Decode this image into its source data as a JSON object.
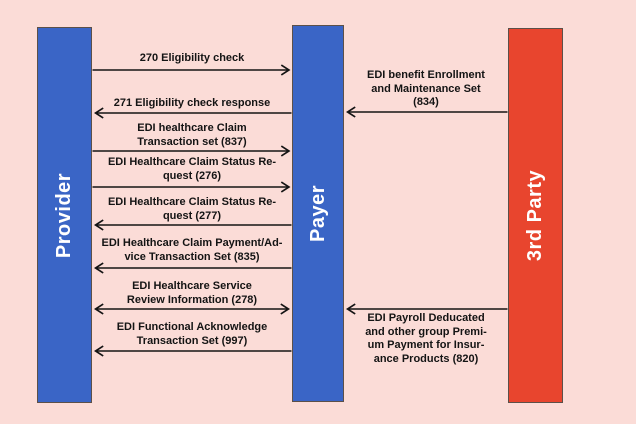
{
  "colors": {
    "background": "#fbdcd7",
    "actor_blue": "#3a65c6",
    "actor_red": "#e8452e",
    "actor_border": "#5c5049",
    "arrow_black": "#141414",
    "actor_label_white": "#ffffff"
  },
  "actors": {
    "provider": {
      "label": "Provider"
    },
    "payer": {
      "label": "Payer"
    },
    "third_party": {
      "label": "3rd Party"
    }
  },
  "messages": {
    "m270": {
      "from": "Provider",
      "to": "Payer",
      "direction": "right",
      "lines": [
        "270 Eligibility check"
      ]
    },
    "m271": {
      "from": "Payer",
      "to": "Provider",
      "direction": "left",
      "lines": [
        "271 Eligibility check response"
      ]
    },
    "m837": {
      "from": "Provider",
      "to": "Payer",
      "direction": "right",
      "lines": [
        "EDI healthcare Claim",
        "Transaction set (837)"
      ]
    },
    "m276": {
      "from": "Provider",
      "to": "Payer",
      "direction": "right",
      "lines": [
        "EDI Healthcare Claim Status Re-",
        "quest (276)"
      ]
    },
    "m277": {
      "from": "Payer",
      "to": "Provider",
      "direction": "left",
      "lines": [
        "EDI Healthcare Claim Status Re-",
        "quest (277)"
      ]
    },
    "m835": {
      "from": "Payer",
      "to": "Provider",
      "direction": "left",
      "lines": [
        "EDI Healthcare Claim Payment/Ad-",
        "vice Transaction Set (835)"
      ]
    },
    "m278": {
      "from": "Provider",
      "to": "Payer",
      "direction": "both",
      "lines": [
        "EDI Healthcare Service",
        "Review Information (278)"
      ]
    },
    "m997": {
      "from": "Payer",
      "to": "Provider",
      "direction": "left",
      "lines": [
        "EDI Functional Acknowledge",
        "Transaction Set (997)"
      ]
    },
    "m834": {
      "from": "3rd Party",
      "to": "Payer",
      "direction": "left",
      "lines": [
        "EDI benefit Enrollment",
        "and Maintenance Set",
        "(834)"
      ]
    },
    "m820": {
      "from": "3rd Party",
      "to": "Payer",
      "direction": "left",
      "lines": [
        "EDI Payroll Deducated",
        "and other group Premi-",
        "um Payment for Insur-",
        "ance Products (820)"
      ]
    }
  }
}
